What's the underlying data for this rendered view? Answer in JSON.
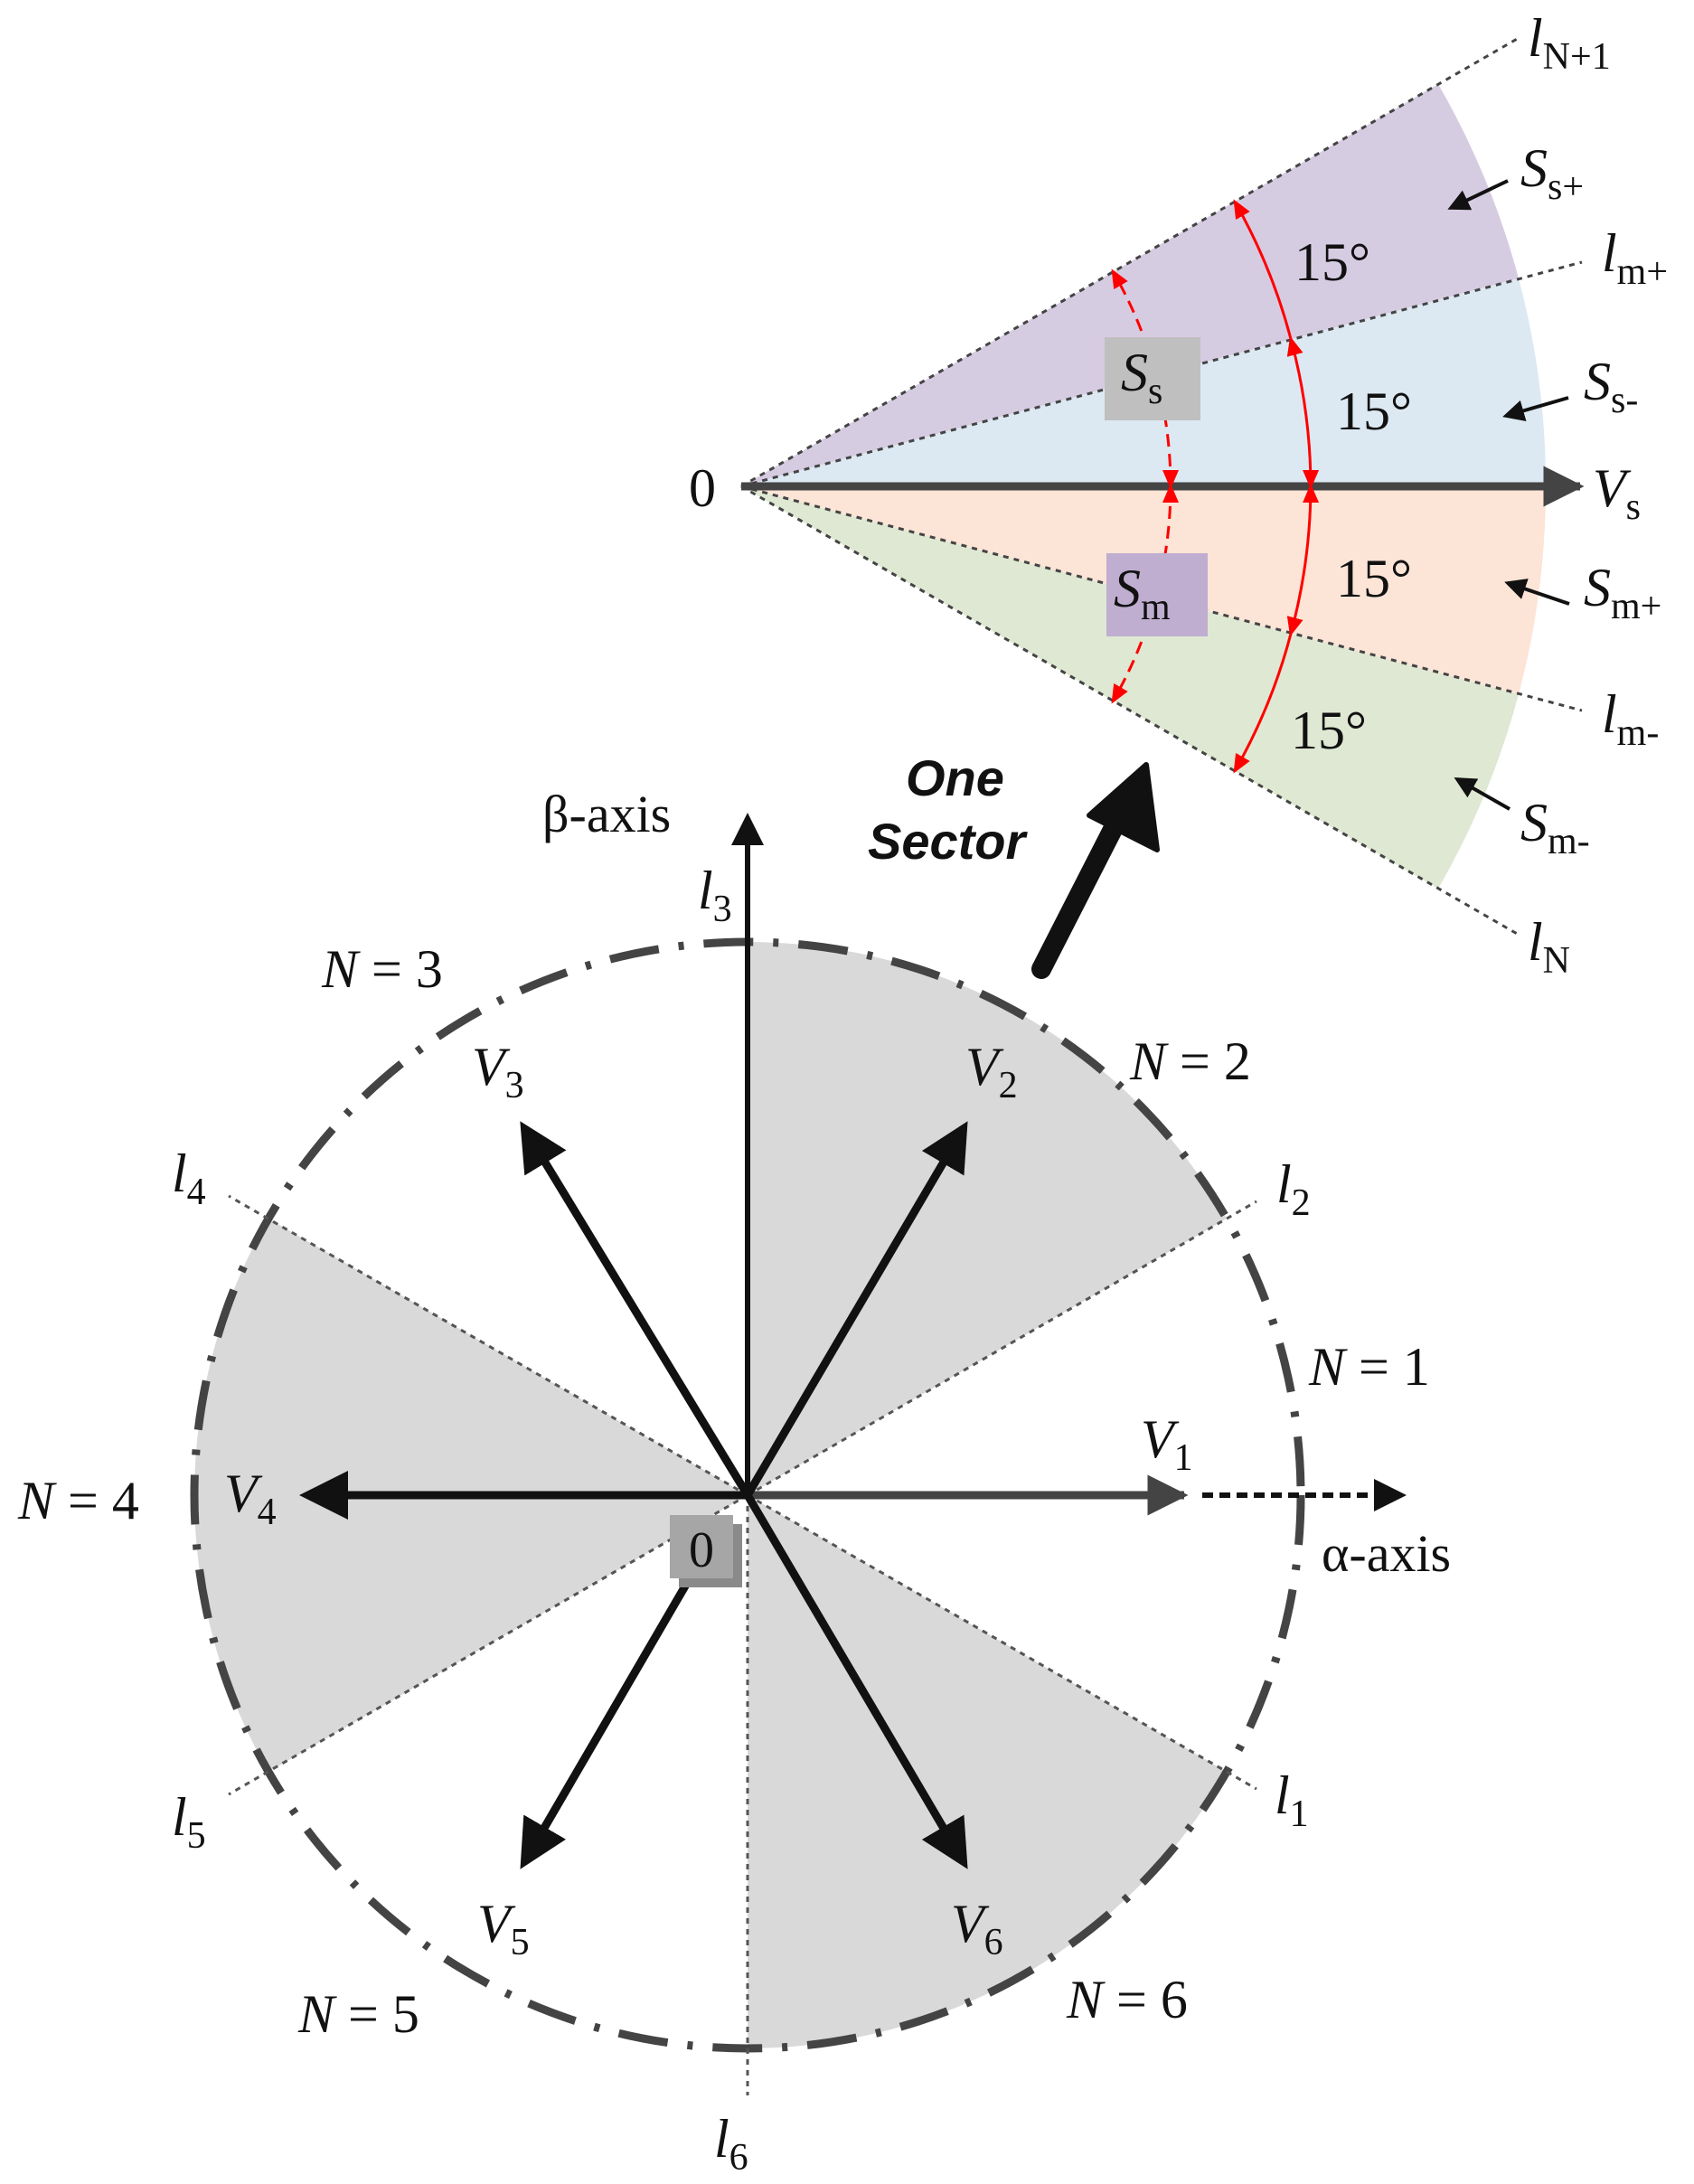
{
  "colors": {
    "circle_sector_fill": "#d9d9d9",
    "ss_plus_fill": "#d6cce2",
    "ss_minus_fill": "#dce9f2",
    "sm_plus_fill": "#fce4d6",
    "sm_minus_fill": "#dfe8d2",
    "ss_box_fill": "#bfbfbf",
    "sm_box_fill": "#bfaed0",
    "origin_box_fill": "#a6a6a6",
    "red_arc": "#ff0000",
    "axis": "#111111",
    "vs_arrow": "#444444"
  },
  "circle": {
    "axes": {
      "beta": "β-axis",
      "alpha": "α-axis"
    },
    "origin": "0",
    "vectors": [
      {
        "sym": "V",
        "sub": "1"
      },
      {
        "sym": "V",
        "sub": "2"
      },
      {
        "sym": "V",
        "sub": "3"
      },
      {
        "sym": "V",
        "sub": "4"
      },
      {
        "sym": "V",
        "sub": "5"
      },
      {
        "sym": "V",
        "sub": "6"
      }
    ],
    "lines": [
      {
        "sym": "l",
        "sub": "1"
      },
      {
        "sym": "l",
        "sub": "2"
      },
      {
        "sym": "l",
        "sub": "3"
      },
      {
        "sym": "l",
        "sub": "4"
      },
      {
        "sym": "l",
        "sub": "5"
      },
      {
        "sym": "l",
        "sub": "6"
      }
    ],
    "sectors": [
      {
        "n": "N",
        "eq": " = 1"
      },
      {
        "n": "N",
        "eq": " = 2"
      },
      {
        "n": "N",
        "eq": " = 3"
      },
      {
        "n": "N",
        "eq": " = 4"
      },
      {
        "n": "N",
        "eq": " = 5"
      },
      {
        "n": "N",
        "eq": " = 6"
      }
    ]
  },
  "callout": {
    "line1": "One",
    "line2": "Sector"
  },
  "sector_detail": {
    "origin": "0",
    "vs": {
      "sym": "V",
      "sub": "s"
    },
    "lines": {
      "l_n1": {
        "sym": "l",
        "sub": "N+1"
      },
      "l_mplus": {
        "sym": "l",
        "sub": "m+"
      },
      "l_mminus": {
        "sym": "l",
        "sub": "m-"
      },
      "l_n": {
        "sym": "l",
        "sub": "N"
      }
    },
    "regions": {
      "ss_plus": {
        "sym": "S",
        "sub": "s+"
      },
      "ss_minus": {
        "sym": "S",
        "sub": "s-"
      },
      "sm_plus": {
        "sym": "S",
        "sub": "m+"
      },
      "sm_minus": {
        "sym": "S",
        "sub": "m-"
      }
    },
    "boxes": {
      "ss": {
        "sym": "S",
        "sub": "s"
      },
      "sm": {
        "sym": "S",
        "sub": "m"
      }
    },
    "angles": [
      "15°",
      "15°",
      "15°",
      "15°"
    ]
  }
}
